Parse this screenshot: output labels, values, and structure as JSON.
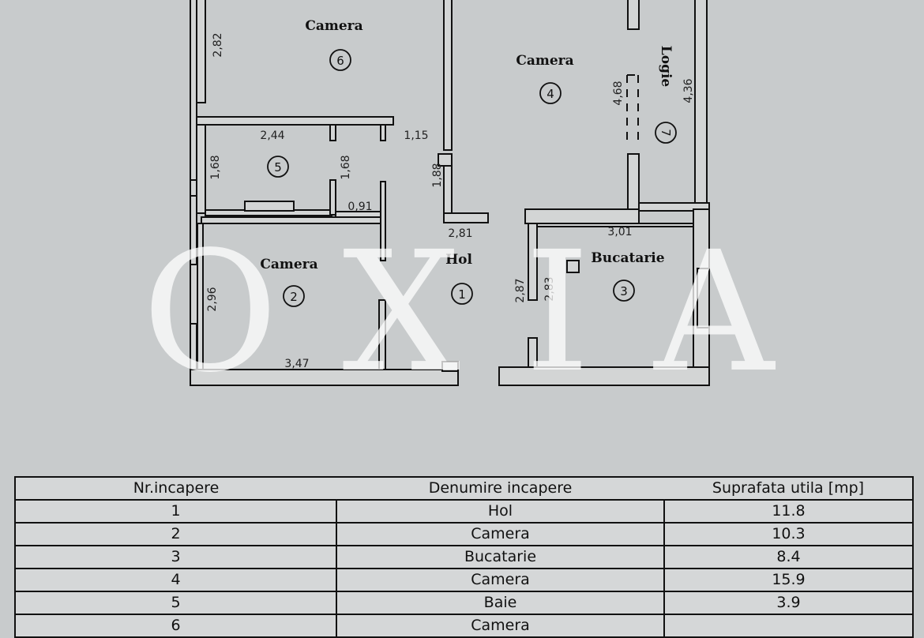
{
  "watermark": "O X I A",
  "plan": {
    "rooms": [
      {
        "number": "6",
        "label": "Camera"
      },
      {
        "number": "4",
        "label": "Camera"
      },
      {
        "number": "7",
        "label": "Logie"
      },
      {
        "number": "5",
        "label": ""
      },
      {
        "number": "2",
        "label": "Camera"
      },
      {
        "number": "1",
        "label": "Hol"
      },
      {
        "number": "3",
        "label": "Bucatarie"
      }
    ],
    "dimensions": {
      "d282": "2,82",
      "d244": "2,44",
      "d115": "1,15",
      "d168a": "1,68",
      "d168b": "1,68",
      "d188": "1,88",
      "d091": "0,91",
      "d281": "2,81",
      "d301": "3,01",
      "d468": "4,68",
      "d436": "4,36",
      "d296": "2,96",
      "d347": "3,47",
      "d287": "2,87",
      "d283": "2,83"
    }
  },
  "table": {
    "headers": [
      "Nr.incapere",
      "Denumire incapere",
      "Suprafata utila [mp]"
    ],
    "rows": [
      [
        "1",
        "Hol",
        "11.8"
      ],
      [
        "2",
        "Camera",
        "10.3"
      ],
      [
        "3",
        "Bucatarie",
        "8.4"
      ],
      [
        "4",
        "Camera",
        "15.9"
      ],
      [
        "5",
        "Baie",
        "3.9"
      ],
      [
        "6",
        "Camera",
        ""
      ]
    ]
  }
}
